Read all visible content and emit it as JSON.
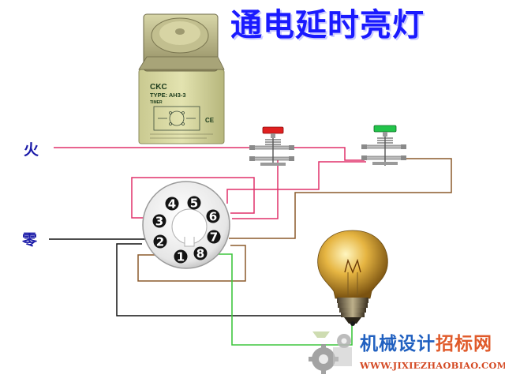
{
  "title": "通电延时亮灯",
  "labels": {
    "live": "火",
    "neutral": "零"
  },
  "relay": {
    "brand": "CKC",
    "type": "TYPE: AH3-3",
    "sub": "TIMER"
  },
  "socket": {
    "pins": [
      "1",
      "2",
      "3",
      "4",
      "5",
      "6",
      "7",
      "8"
    ]
  },
  "logo": {
    "name_a": "机械设计",
    "name_b": "招标网",
    "url": "WWW.JIXIEZHAOBIAO.COM"
  },
  "colors": {
    "title": "#1a1aff",
    "live_wire": "#e0306a",
    "neutral_wire": "#111111",
    "timed_wire": "#8b5a2b",
    "lamp_wire": "#3fc63f",
    "stop_button": "#e02020",
    "start_button": "#20c040"
  }
}
